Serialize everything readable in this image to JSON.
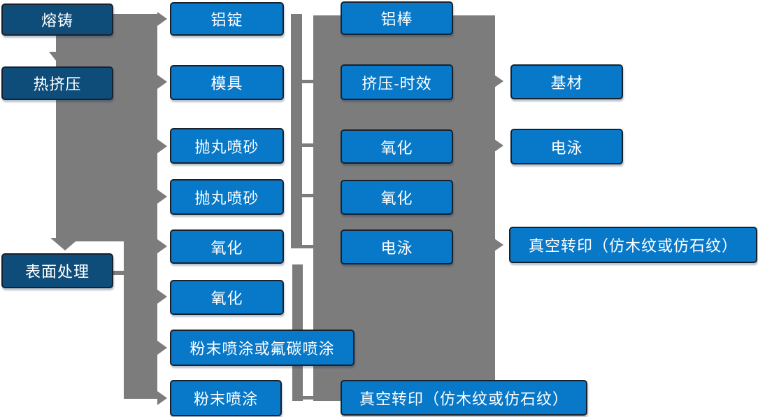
{
  "diagram": {
    "type": "flowchart",
    "colors": {
      "dark_blue": "#0E4C7A",
      "light_blue": "#0878C8",
      "connector_gray": "#7C7C7C",
      "box_border": "#18222E",
      "text": "#FFFFFF",
      "background": "#FFFFFF"
    }
  },
  "nodes": [
    {
      "label": "熔铸"
    },
    {
      "label": "热挤压"
    },
    {
      "label": "表面处理"
    },
    {
      "label": "铝锭"
    },
    {
      "label": "模具"
    },
    {
      "label": "抛丸喷砂"
    },
    {
      "label": "抛丸喷砂"
    },
    {
      "label": "氧化"
    },
    {
      "label": "氧化"
    },
    {
      "label": "粉末喷涂或氟碳喷涂"
    },
    {
      "label": "粉末喷涂"
    },
    {
      "label": "铝棒"
    },
    {
      "label": "挤压-时效"
    },
    {
      "label": "氧化"
    },
    {
      "label": "氧化"
    },
    {
      "label": "电泳"
    },
    {
      "label": "真空转印（仿木纹或仿石纹）"
    },
    {
      "label": "基材"
    },
    {
      "label": "电泳"
    },
    {
      "label": "真空转印（仿木纹或仿石纹）"
    }
  ]
}
